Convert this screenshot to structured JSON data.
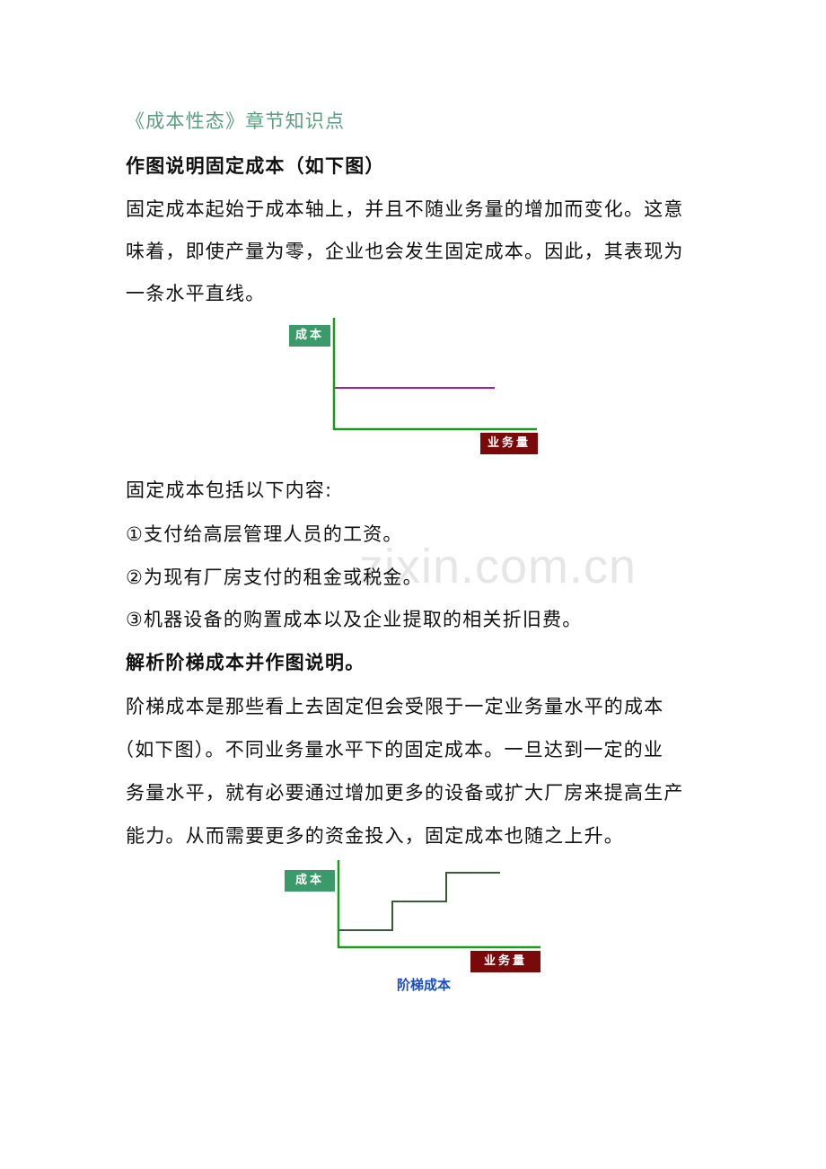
{
  "title": "《成本性态》章节知识点",
  "section1": {
    "heading": "作图说明固定成本（如下图）",
    "lines": [
      " 固定成本起始于成本轴上，并且不随业务量的增加而变化。这意",
      "味着，即使产量为零，企业也会发生固定成本。因此，其表现为",
      "一条水平直线。"
    ],
    "chart": {
      "y_label": "成本",
      "x_label": "业务量",
      "type": "horizontal-line",
      "line_color": "#a020a0",
      "axis_color": "#1a9a1a"
    },
    "intro": "固定成本包括以下内容:",
    "items": [
      "①支付给高层管理人员的工资。",
      "②为现有厂房支付的租金或税金。",
      "③机器设备的购置成本以及企业提取的相关折旧费。"
    ]
  },
  "section2": {
    "heading": "解析阶梯成本并作图说明。",
    "lines": [
      "阶梯成本是那些看上去固定但会受限于一定业务量水平的成本",
      "（如下图）。不同业务量水平下的固定成本。一旦达到一定的业",
      "务量水平，就有必要通过增加更多的设备或扩大厂房来提高生产",
      "能力。从而需要更多的资金投入，固定成本也随之上升。"
    ],
    "chart": {
      "y_label": "成本",
      "x_label": "业务量",
      "caption": "阶梯成本",
      "type": "step-line",
      "line_color": "#3a5a3a",
      "axis_color": "#1a9a1a"
    }
  },
  "watermark": "zixin.com.cn",
  "colors": {
    "title": "#5a9e80",
    "y_tag": "#3a9a6a",
    "x_tag": "#7a0a0a",
    "caption": "#1a4ec8"
  }
}
